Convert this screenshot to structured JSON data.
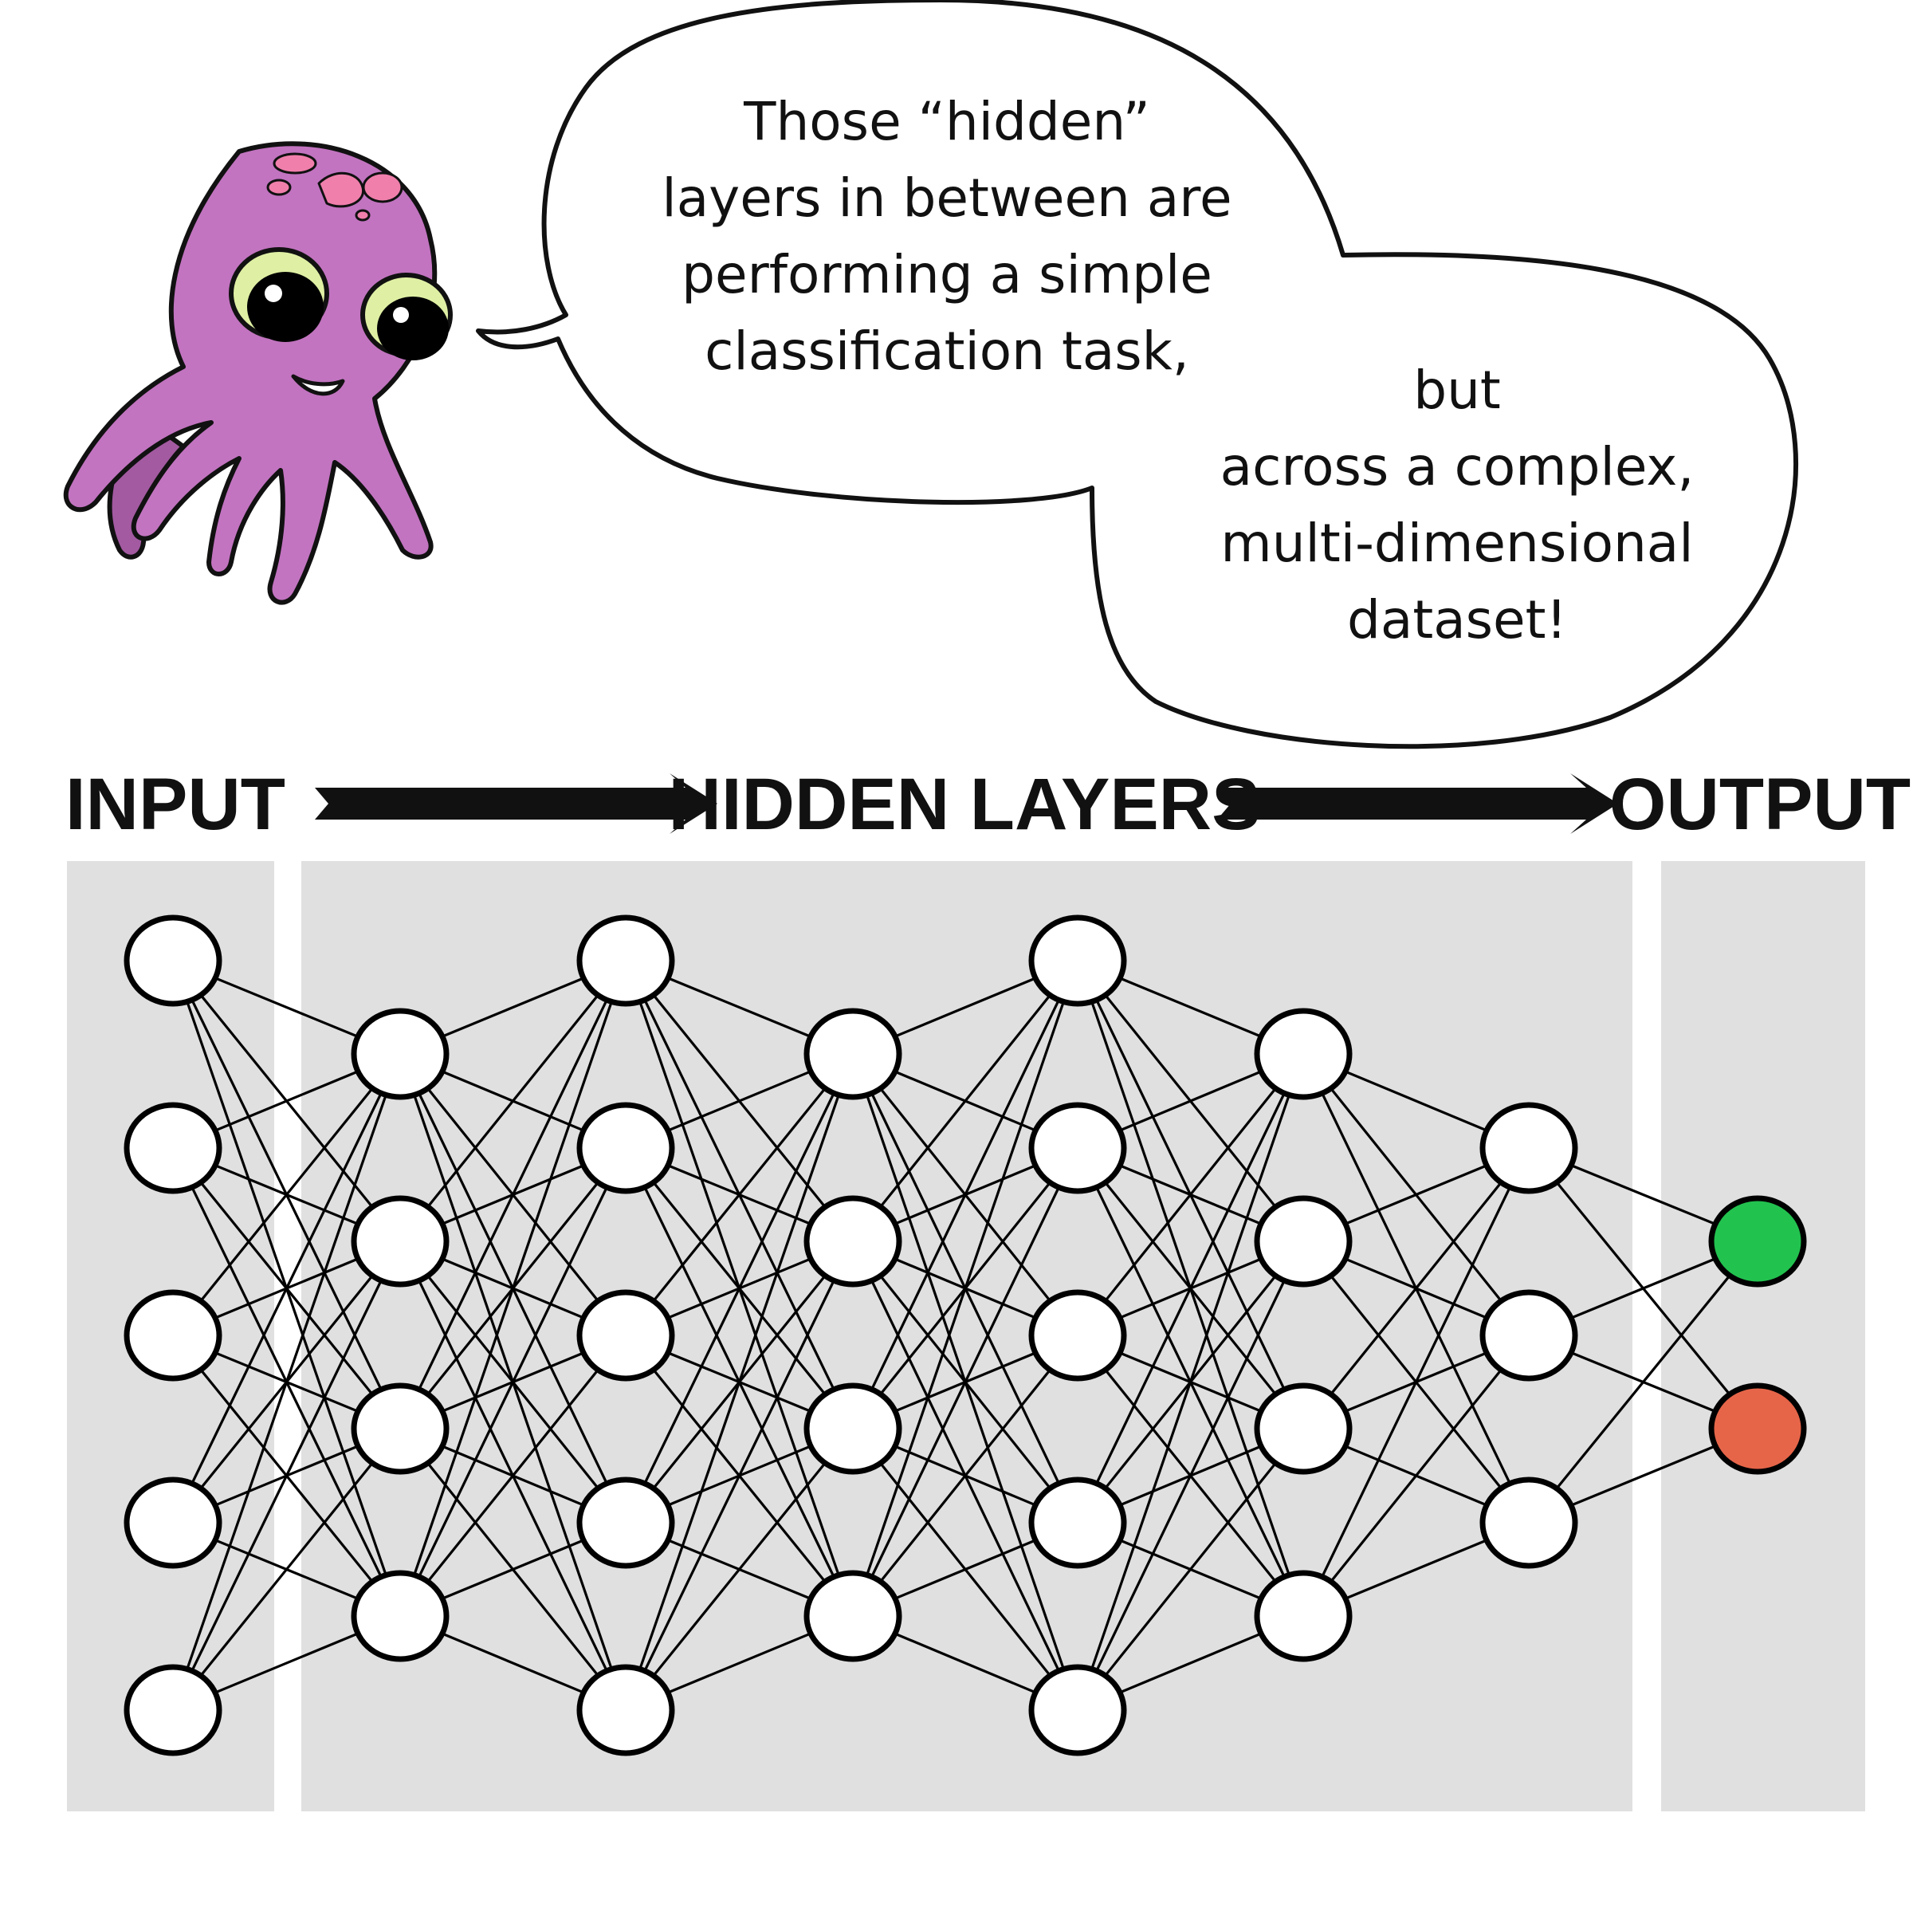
{
  "speech": {
    "part1": [
      "Those “hidden”",
      "layers in between are",
      "performing a simple",
      "classification task,"
    ],
    "part2": [
      "but",
      "across a complex,",
      "multi-dimensional",
      "dataset!"
    ]
  },
  "headers": {
    "input": "INPUT",
    "hidden": "HIDDEN LAYERS",
    "output": "OUTPUT"
  },
  "network": {
    "layer_sizes": [
      5,
      4,
      5,
      4,
      5,
      4,
      3,
      2
    ],
    "output_node_colors": [
      "#22c24f",
      "#e66549"
    ]
  },
  "colors": {
    "panel": "#e0e0e0",
    "octopus_body": "#c274c0",
    "octopus_spots": "#f07fac",
    "eye_white": "#dff0a4"
  }
}
